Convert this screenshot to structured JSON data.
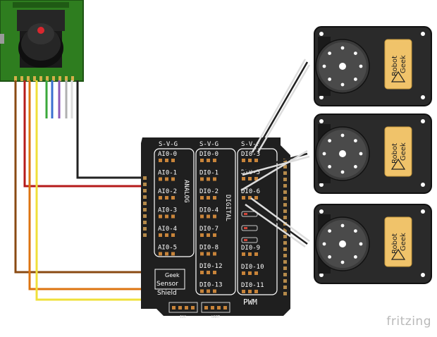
{
  "shield": {
    "header_analog": "S-V-G",
    "header_digital_left": "S-V-G",
    "header_digital_right": "S-V-G",
    "analog_pins": [
      "AI0-0",
      "AI0-1",
      "AI0-2",
      "AI0-3",
      "AI0-4",
      "AI0-5"
    ],
    "digital_pins_left": [
      "DI0-0",
      "DI0-1",
      "DI0-2",
      "DI0-4",
      "DI0-7",
      "DI0-8",
      "DI0-12",
      "DI0-13"
    ],
    "digital_pins_right": [
      "DI0-3",
      "DI0-5",
      "DI0-6",
      "DI0-9",
      "DI0-10",
      "DI0-11"
    ],
    "label_analog": "ANALOG",
    "label_digital": "DIGITAL",
    "label_pwm": "PWM",
    "logo_line1": "Geek",
    "logo_line2": "Sensor",
    "logo_line3": "Shield",
    "mini_i2c": "I2C",
    "mini_uart": "UART"
  },
  "servo_brand": {
    "line1": "Robot",
    "line2": "Geek"
  },
  "camera": {
    "lens_dot_color": "#d9272e",
    "board_color": "#2e7d1f"
  },
  "wire_colors": {
    "black": "#222222",
    "red": "#b51a1a",
    "brown": "#8a4a12",
    "orange": "#dd7410",
    "yellow": "#f0e03a",
    "green": "#3aa83a",
    "blue": "#3a6fd0",
    "purple": "#8c5ab8",
    "grey": "#b0b0b0"
  },
  "watermark": "fritzing"
}
